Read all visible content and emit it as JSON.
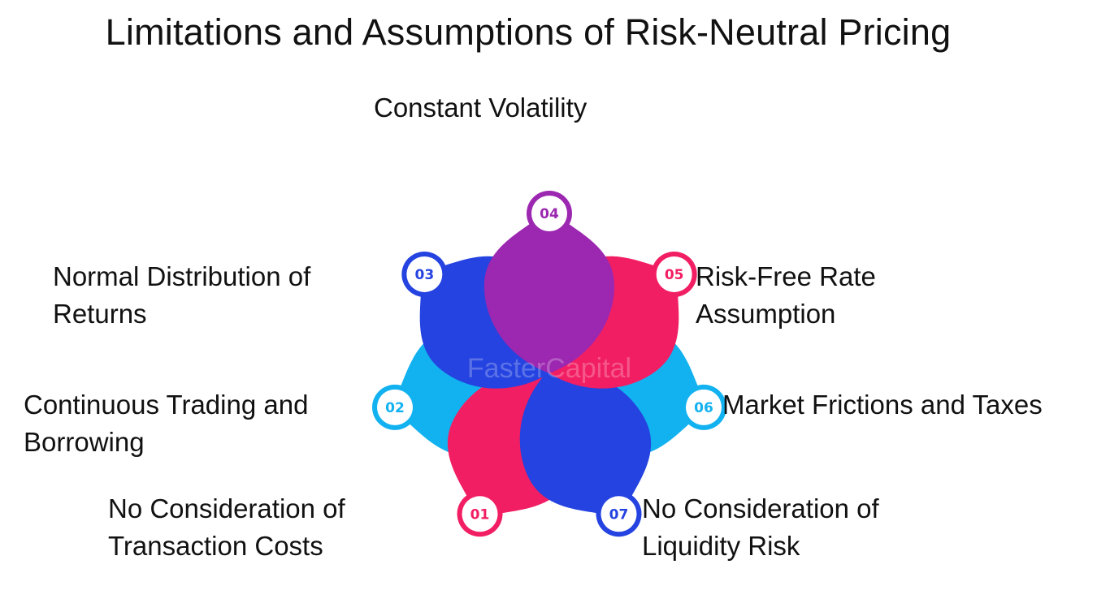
{
  "title": "Limitations and Assumptions of Risk-Neutral Pricing",
  "watermark": "FasterCapital",
  "colors": {
    "purple": "#9c27b0",
    "blue": "#2443e0",
    "pink": "#f21e63",
    "cyan": "#12b2f0"
  },
  "items": [
    {
      "number": "01",
      "lines": [
        "No Consideration of",
        "Transaction Costs"
      ],
      "color": "#f21e63"
    },
    {
      "number": "02",
      "lines": [
        "Continuous Trading and",
        "Borrowing"
      ],
      "color": "#12b2f0"
    },
    {
      "number": "03",
      "lines": [
        "Normal Distribution of",
        "Returns"
      ],
      "color": "#2443e0"
    },
    {
      "number": "04",
      "lines": [
        "Constant Volatility"
      ],
      "color": "#9c27b0"
    },
    {
      "number": "05",
      "lines": [
        "Risk-Free Rate",
        "Assumption"
      ],
      "color": "#f21e63"
    },
    {
      "number": "06",
      "lines": [
        "Market Frictions and Taxes"
      ],
      "color": "#12b2f0"
    },
    {
      "number": "07",
      "lines": [
        "No Consideration of",
        "Liquidity Risk"
      ],
      "color": "#2443e0"
    }
  ]
}
